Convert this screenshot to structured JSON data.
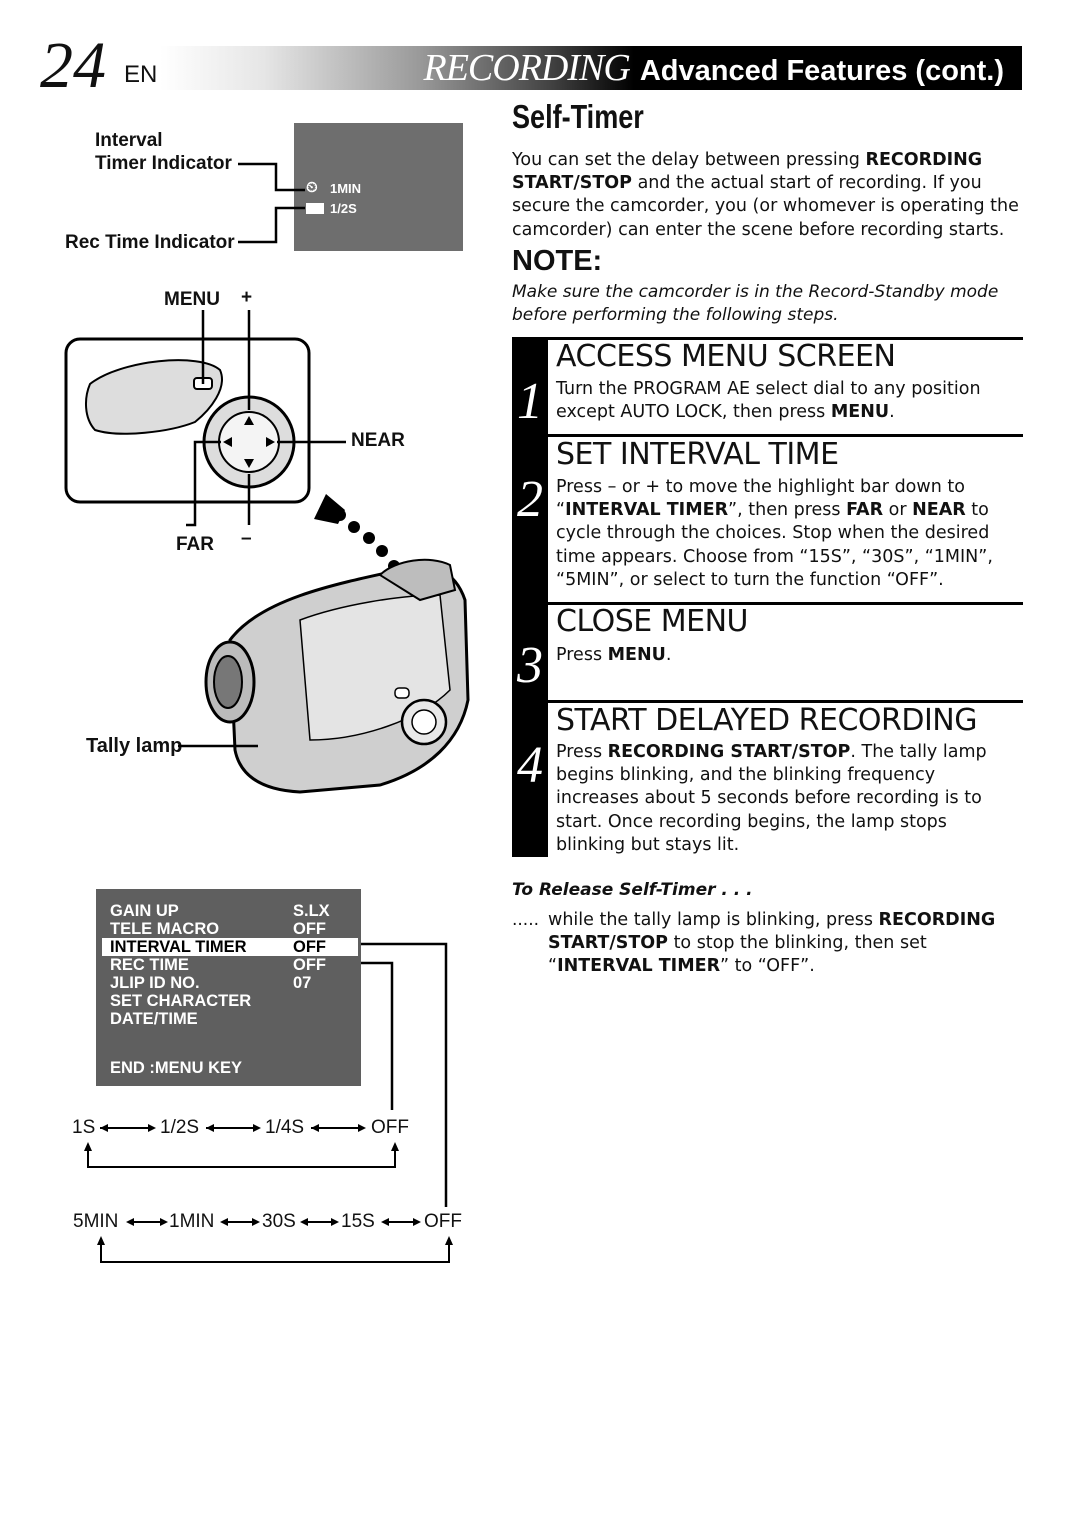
{
  "header": {
    "page_number": "24",
    "lang": "EN",
    "title_main": "RECORDING",
    "title_sub": "Advanced Features (cont.)"
  },
  "diagram": {
    "interval_label": "Interval",
    "timer_indicator_label": "Timer Indicator",
    "rec_time_label": "Rec Time Indicator",
    "osd_interval": "1MIN",
    "osd_rectime": "1/2S",
    "menu_label": "MENU",
    "plus_label": "+",
    "near_label": "NEAR",
    "far_label": "FAR",
    "minus_label": "–",
    "tally_label": "Tally lamp"
  },
  "menu_screen": {
    "items": [
      {
        "label": "GAIN UP",
        "value": "S.LX"
      },
      {
        "label": "TELE MACRO",
        "value": "OFF"
      },
      {
        "label": "INTERVAL TIMER",
        "value": "OFF"
      },
      {
        "label": "REC TIME",
        "value": "OFF"
      },
      {
        "label": "JLIP ID NO.",
        "value": "07"
      },
      {
        "label": "SET CHARACTER",
        "value": ""
      },
      {
        "label": "DATE/TIME",
        "value": ""
      }
    ],
    "end_label": "END :MENU KEY"
  },
  "rec_time_cycle": [
    "1S",
    "1/2S",
    "1/4S",
    "OFF"
  ],
  "interval_cycle": [
    "5MIN",
    "1MIN",
    "30S",
    "15S",
    "OFF"
  ],
  "self_timer": {
    "title": "Self-Timer",
    "intro_a": "You can set the delay between pressing ",
    "intro_b": "RECORDING START/STOP",
    "intro_c": " and the actual start of recording. If you secure the camcorder, you (or whomever is operating the camcorder) can enter the scene before recording starts."
  },
  "note": {
    "title": "NOTE:",
    "text": "Make sure the camcorder is in the Record-Standby mode before performing the following steps."
  },
  "steps": [
    {
      "num": "1",
      "title": "ACCESS MENU SCREEN",
      "t1": "Turn the PROGRAM AE select dial to any position except AUTO LOCK, then press ",
      "b1": "MENU",
      "t2": "."
    },
    {
      "num": "2",
      "title": "SET INTERVAL TIME",
      "t1": "Press – or + to move the highlight bar down to “",
      "b1": "INTERVAL TIMER",
      "t2": "”, then press ",
      "b2": "FAR",
      "t3": " or ",
      "b3": "NEAR",
      "t4": " to cycle through the choices. Stop when the desired time appears. Choose from “15S”, “30S”, “1MIN”, “5MIN”, or select to turn the function “OFF”."
    },
    {
      "num": "3",
      "title": "CLOSE MENU",
      "t1": "Press ",
      "b1": "MENU",
      "t2": "."
    },
    {
      "num": "4",
      "title": "START DELAYED RECORDING",
      "t1": "Press ",
      "b1": "RECORDING START/STOP",
      "t2": ". The tally lamp begins blinking, and the blinking frequency increases about 5 seconds before recording is to start. Once recording begins, the lamp stops blinking but stays lit."
    }
  ],
  "release": {
    "title": "To Release Self-Timer . . .",
    "dots": ".....",
    "t1": "while the tally lamp is blinking, press ",
    "b1": "RECORDING START/STOP",
    "t2": " to stop the blinking, then set “",
    "b2": "INTERVAL TIMER",
    "t3": "” to “OFF”."
  }
}
